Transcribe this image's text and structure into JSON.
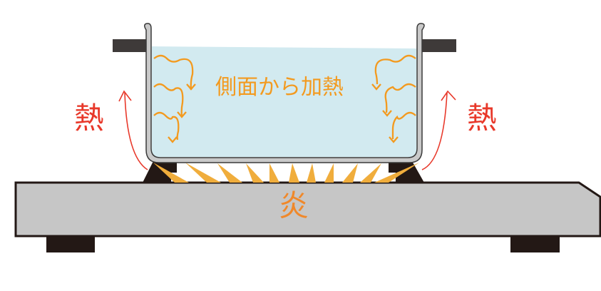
{
  "labels": {
    "side_heating": "側面から加熱",
    "heat_left": "熱",
    "heat_right": "熱",
    "flame": "炎"
  },
  "colors": {
    "water": "#d2eaf0",
    "pot": "#c9c9c9",
    "outline": "#3a3a3a",
    "stove": "#c6c6c6",
    "dark": "#231815",
    "flame": "#f0ad3c",
    "heat_arrow": "#e8382a",
    "convection": "#f39a1f"
  }
}
